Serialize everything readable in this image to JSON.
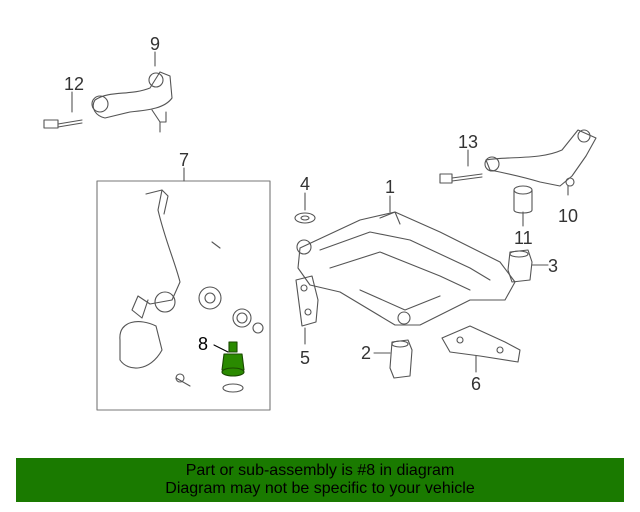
{
  "diagram": {
    "callouts": {
      "c1": "1",
      "c2": "2",
      "c3": "3",
      "c4": "4",
      "c5": "5",
      "c6": "6",
      "c7": "7",
      "c8": "8",
      "c9": "9",
      "c10": "10",
      "c11": "11",
      "c12": "12",
      "c13": "13"
    },
    "highlight_color": "#2a8a00"
  },
  "banner": {
    "line1": "Part or sub-assembly is #8 in diagram",
    "line2": "Diagram may not be specific to your vehicle",
    "background": "#1a7a00"
  }
}
